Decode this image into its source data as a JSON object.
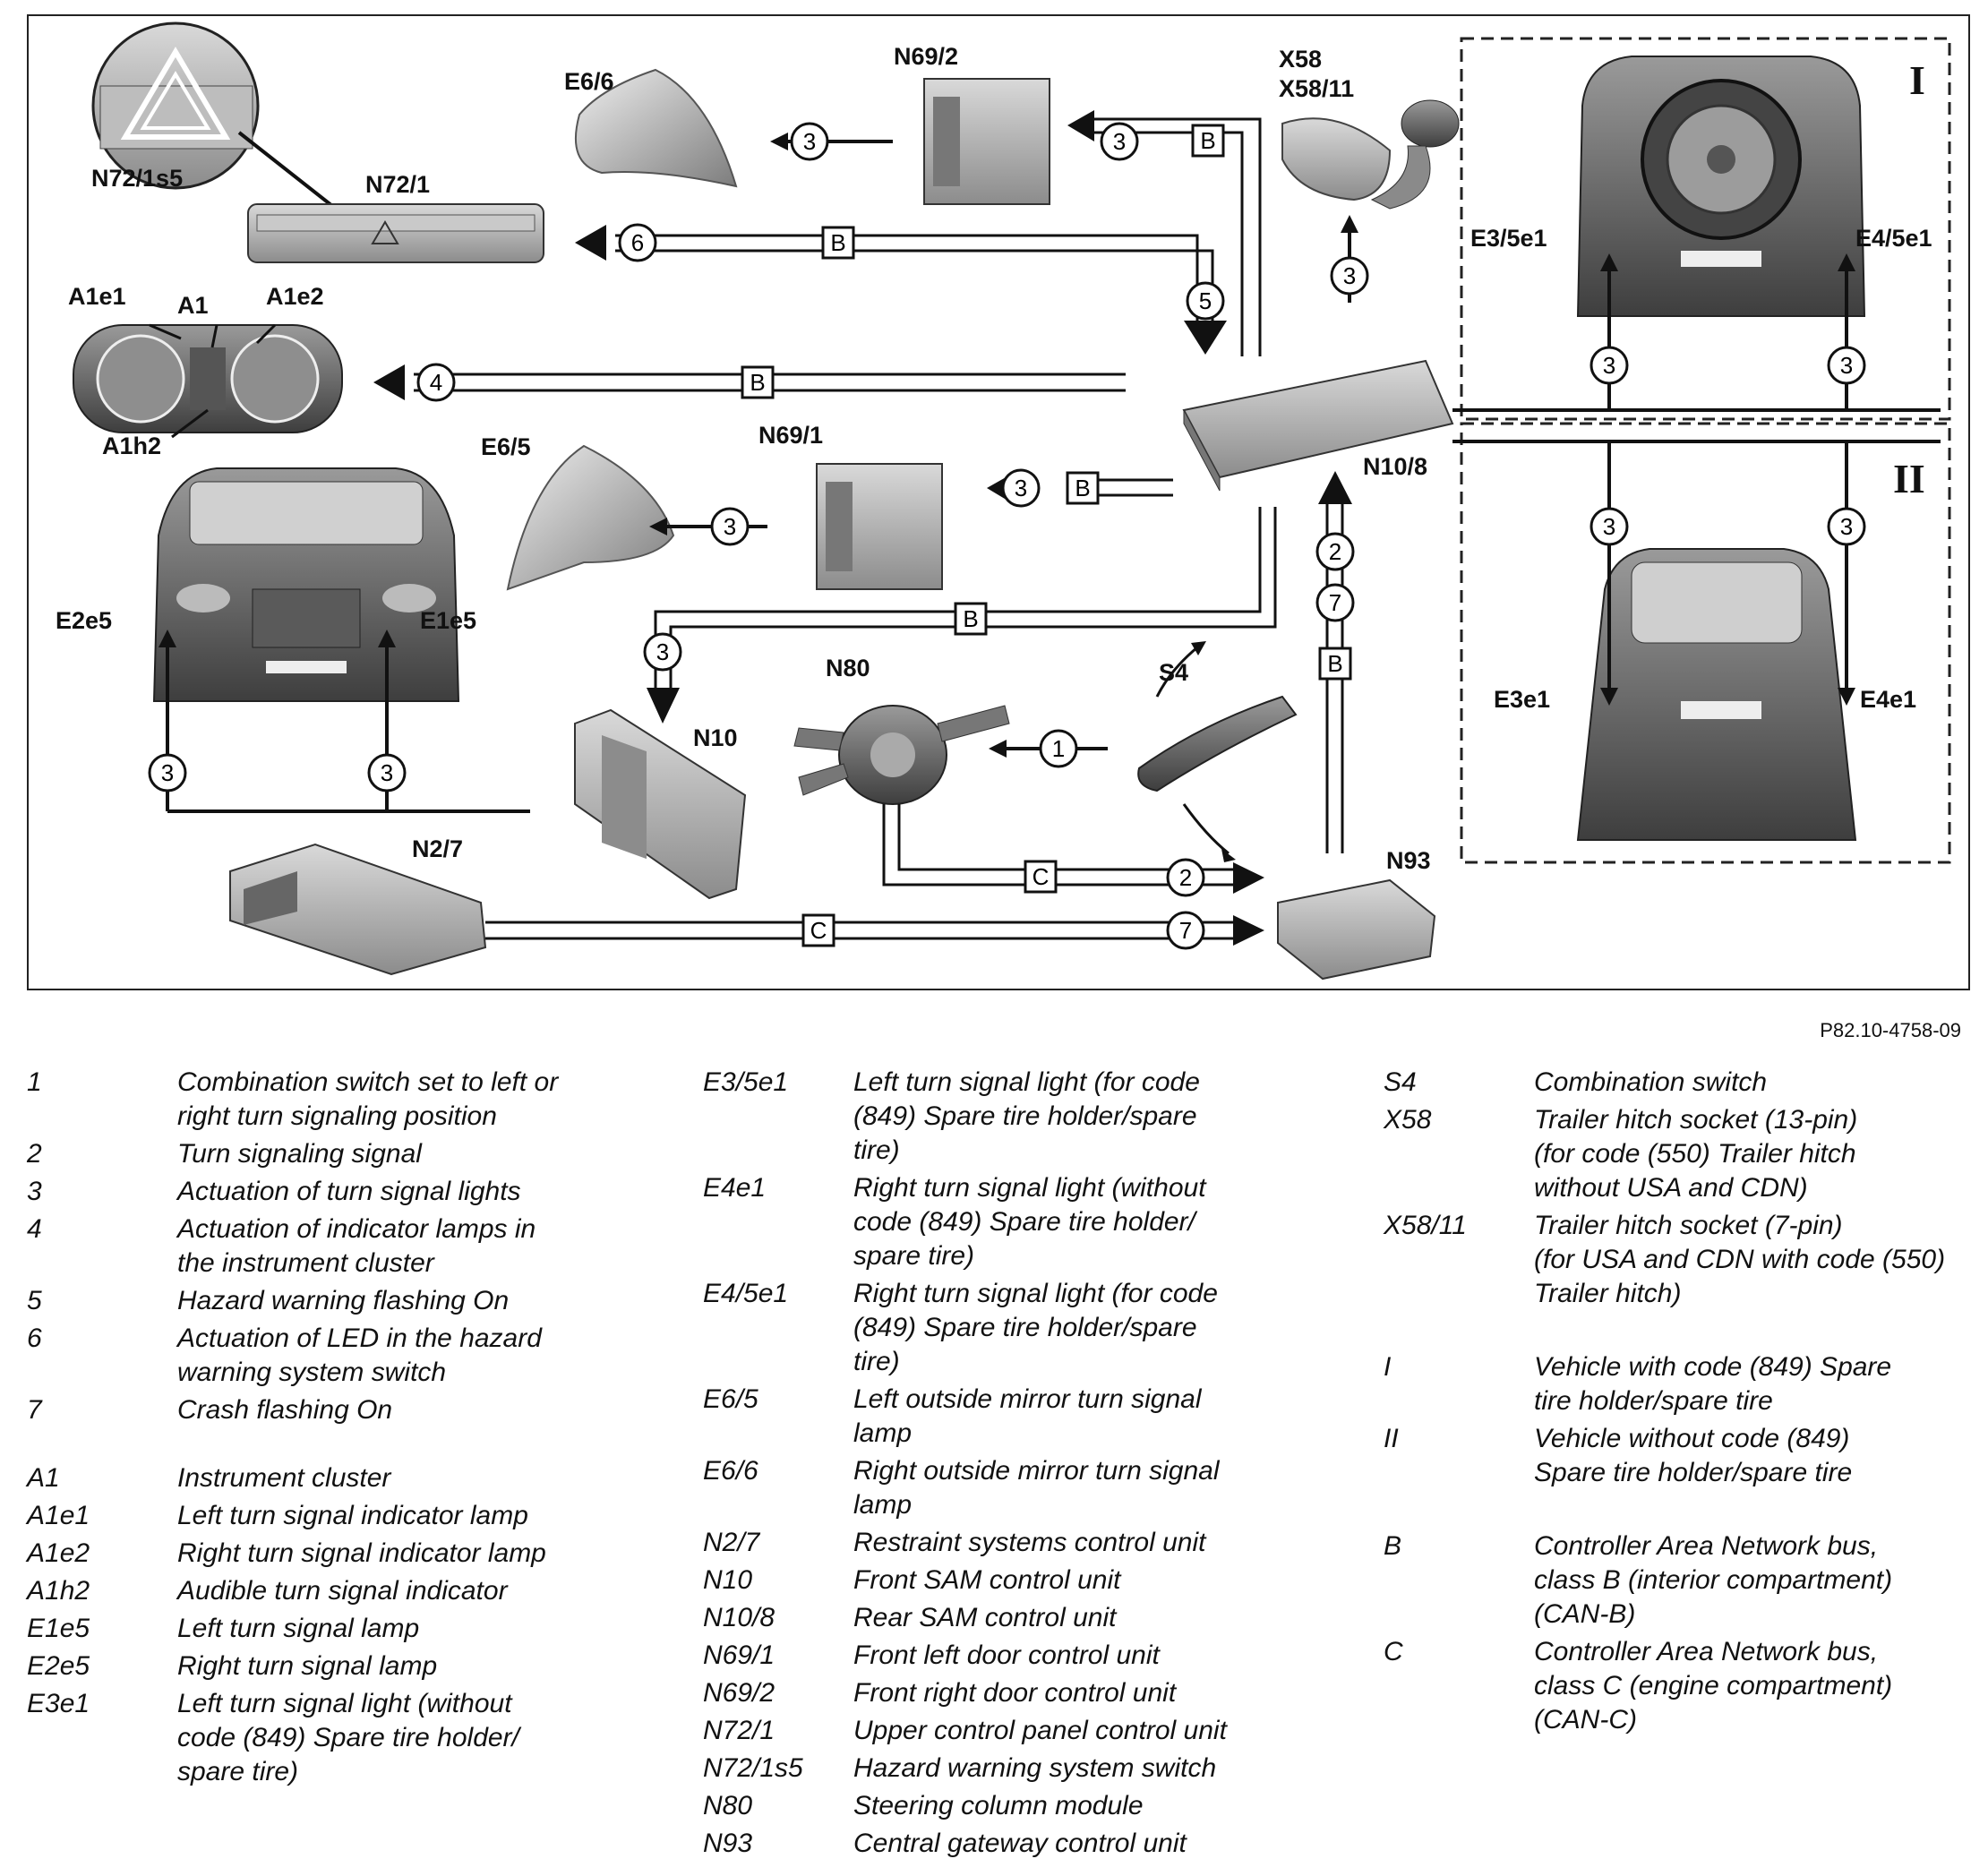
{
  "figure_ref": "P82.10-4758-09",
  "diagram": {
    "labels": {
      "n72_1s5": "N72/1s5",
      "n72_1": "N72/1",
      "e6_6": "E6/6",
      "n69_2": "N69/2",
      "x58": "X58",
      "x58_11": "X58/11",
      "a1e1": "A1e1",
      "a1": "A1",
      "a1e2": "A1e2",
      "a1h2": "A1h2",
      "e6_5": "E6/5",
      "n69_1": "N69/1",
      "n10_8": "N10/8",
      "e2e5": "E2e5",
      "e1e5": "E1e5",
      "n80": "N80",
      "s4": "S4",
      "n10": "N10",
      "n2_7": "N2/7",
      "n93": "N93",
      "e3_5e1": "E3/5e1",
      "e4_5e1": "E4/5e1",
      "e3e1": "E3e1",
      "e4e1": "E4e1",
      "box_i": "I",
      "box_ii": "II"
    },
    "bus_letters": {
      "b": "B",
      "c": "C"
    },
    "signal_numbers": [
      "1",
      "2",
      "3",
      "4",
      "5",
      "6",
      "7"
    ]
  },
  "legend": {
    "col1": [
      {
        "code": "1",
        "desc": "Combination switch set to left or\nright turn signaling position"
      },
      {
        "code": "2",
        "desc": "Turn signaling signal"
      },
      {
        "code": "3",
        "desc": "Actuation of turn signal lights"
      },
      {
        "code": "4",
        "desc": "Actuation of indicator lamps in\nthe instrument cluster"
      },
      {
        "code": "5",
        "desc": "Hazard warning flashing On"
      },
      {
        "code": "6",
        "desc": "Actuation of LED in the hazard\nwarning system switch"
      },
      {
        "code": "7",
        "desc": "Crash flashing On"
      },
      {
        "code": "A1",
        "desc": "Instrument cluster"
      },
      {
        "code": "A1e1",
        "desc": "Left turn signal indicator lamp"
      },
      {
        "code": "A1e2",
        "desc": "Right turn signal indicator lamp"
      },
      {
        "code": "A1h2",
        "desc": "Audible turn signal indicator"
      },
      {
        "code": "E1e5",
        "desc": "Left turn signal lamp"
      },
      {
        "code": "E2e5",
        "desc": "Right turn signal lamp"
      },
      {
        "code": "E3e1",
        "desc": "Left turn signal light (without\ncode (849) Spare tire holder/\nspare tire)"
      }
    ],
    "col2": [
      {
        "code": "E3/5e1",
        "desc": "Left turn signal light (for code\n(849) Spare tire holder/spare\ntire)"
      },
      {
        "code": "E4e1",
        "desc": "Right turn signal light (without\ncode (849) Spare tire holder/\nspare tire)"
      },
      {
        "code": "E4/5e1",
        "desc": "Right turn signal light (for code\n(849) Spare tire holder/spare\ntire)"
      },
      {
        "code": "E6/5",
        "desc": "Left outside mirror turn signal\nlamp"
      },
      {
        "code": "E6/6",
        "desc": "Right outside mirror turn signal\nlamp"
      },
      {
        "code": "N2/7",
        "desc": "Restraint systems control unit"
      },
      {
        "code": "N10",
        "desc": "Front SAM control unit"
      },
      {
        "code": "N10/8",
        "desc": "Rear SAM control unit"
      },
      {
        "code": "N69/1",
        "desc": "Front left door control unit"
      },
      {
        "code": "N69/2",
        "desc": "Front right door control unit"
      },
      {
        "code": "N72/1",
        "desc": "Upper control panel control unit"
      },
      {
        "code": "N72/1s5",
        "desc": "Hazard warning system switch"
      },
      {
        "code": "N80",
        "desc": "Steering column module"
      },
      {
        "code": "N93",
        "desc": "Central gateway control unit"
      }
    ],
    "col3": [
      {
        "code": "S4",
        "desc": "Combination switch"
      },
      {
        "code": "X58",
        "desc": "Trailer hitch socket (13-pin)\n(for code (550) Trailer hitch\nwithout USA and CDN)"
      },
      {
        "code": "X58/11",
        "desc": "Trailer hitch socket (7-pin)\n(for USA and CDN with code (550)\nTrailer hitch)"
      },
      {
        "code": "I",
        "desc": "Vehicle with code (849) Spare\ntire holder/spare tire"
      },
      {
        "code": "II",
        "desc": "Vehicle without code (849)\nSpare tire holder/spare tire"
      },
      {
        "code": "B",
        "desc": "Controller Area Network bus,\nclass B (interior compartment)\n(CAN-B)"
      },
      {
        "code": "C",
        "desc": "Controller Area Network bus,\nclass C (engine compartment)\n(CAN-C)"
      }
    ]
  }
}
